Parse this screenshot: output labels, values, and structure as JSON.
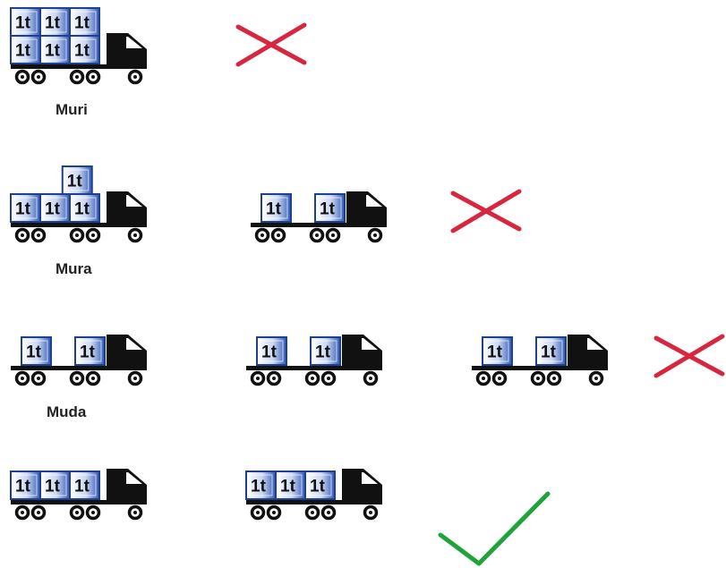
{
  "box_label": "1t",
  "colors": {
    "box_border": "#1f3f8f",
    "box_fill_light": "#ffffff",
    "box_fill_dark": "#2f57b5",
    "truck": "#111111",
    "cross": "#d7263d",
    "check": "#1fa33a"
  },
  "rows": [
    {
      "id": "muri",
      "label": "Muri",
      "verdict": "cross",
      "verdict_icon": "cross-icon",
      "trucks": [
        {
          "load": [
            3,
            3
          ]
        }
      ]
    },
    {
      "id": "mura",
      "label": "Mura",
      "verdict": "cross",
      "verdict_icon": "cross-icon",
      "trucks": [
        {
          "load": [
            3,
            1
          ]
        },
        {
          "load": [
            2
          ]
        }
      ]
    },
    {
      "id": "muda",
      "label": "Muda",
      "verdict": "cross",
      "verdict_icon": "cross-icon",
      "trucks": [
        {
          "load": [
            2
          ]
        },
        {
          "load": [
            2
          ]
        },
        {
          "load": [
            2
          ]
        }
      ]
    },
    {
      "id": "balanced",
      "label": "",
      "verdict": "check",
      "verdict_icon": "check-icon",
      "trucks": [
        {
          "load": [
            3
          ]
        },
        {
          "load": [
            3
          ]
        }
      ]
    }
  ]
}
